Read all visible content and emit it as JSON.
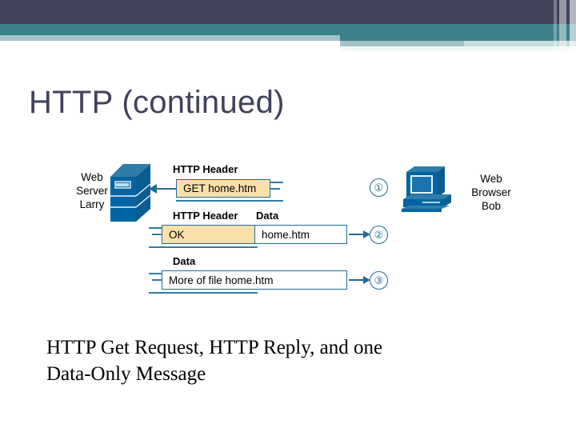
{
  "slide": {
    "title": "HTTP (continued)",
    "caption_line1": "HTTP Get Request, HTTP Reply, and one",
    "caption_line2": "Data-Only Message"
  },
  "colors": {
    "band_navy": "#41425A",
    "band_teal": "#3E8089",
    "band_light": "#A4C2C8",
    "band_pale": "#C8DBDE",
    "title_text": "#41425A",
    "diagram_outline": "#1F6C93",
    "header_fill": "#FBE0AA",
    "data_fill": "#FFFFFF",
    "device_blue": "#0065A4",
    "device_blue_dark": "#2E7DA8"
  },
  "diagram": {
    "server": {
      "label_line1": "Web",
      "label_line2": "Server",
      "label_line3": "Larry",
      "icon": "server-tower-icon"
    },
    "browser": {
      "label_line1": "Web",
      "label_line2": "Browser",
      "label_line3": "Bob",
      "icon": "desktop-computer-icon"
    },
    "messages": [
      {
        "step": "1",
        "step_glyph": "①",
        "direction": "to-server",
        "captions": [
          "HTTP Header"
        ],
        "segments": [
          {
            "kind": "header",
            "text": "GET home.htm"
          }
        ]
      },
      {
        "step": "2",
        "step_glyph": "②",
        "direction": "to-browser",
        "captions": [
          "HTTP Header",
          "Data"
        ],
        "segments": [
          {
            "kind": "header",
            "text": "OK"
          },
          {
            "kind": "data",
            "text": "home.htm"
          }
        ]
      },
      {
        "step": "3",
        "step_glyph": "③",
        "direction": "to-browser",
        "captions": [
          "Data"
        ],
        "segments": [
          {
            "kind": "data-only",
            "text": "More of file home.htm"
          }
        ]
      }
    ]
  }
}
